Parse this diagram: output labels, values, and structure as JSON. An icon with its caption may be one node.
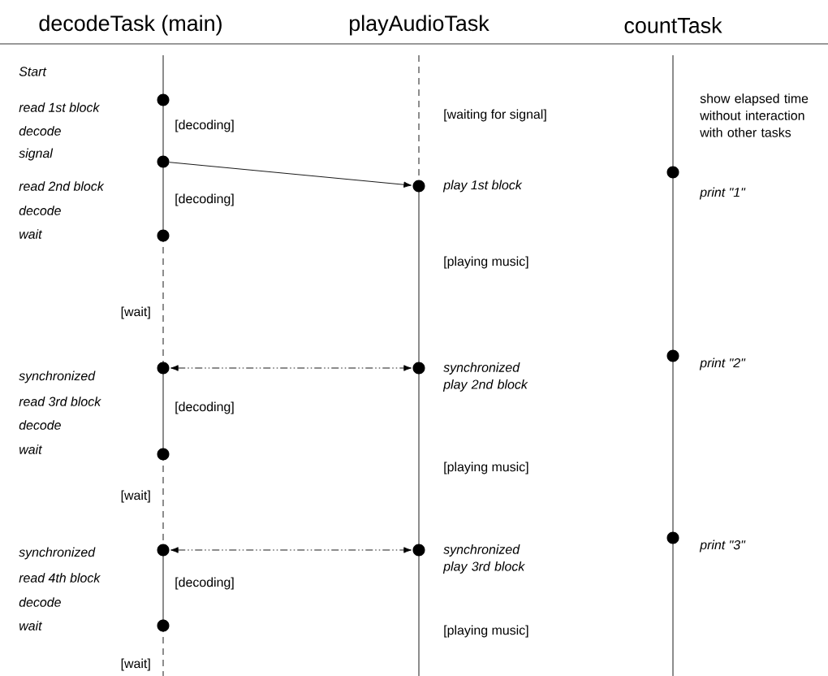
{
  "diagram": {
    "nodes": [
      {
        "text": [],
        "shape": "circle"
      },
      {
        "text": [],
        "shape": "circle"
      },
      {
        "text": [],
        "shape": "circle"
      },
      {
        "text": [],
        "shape": "circle"
      },
      {
        "text": [],
        "shape": "circle"
      },
      {
        "text": [],
        "shape": "circle"
      },
      {
        "text": [],
        "shape": "circle"
      },
      {
        "text": [],
        "shape": "circle"
      },
      {
        "text": [],
        "shape": "circle"
      },
      {
        "text": [],
        "shape": "circle"
      },
      {
        "text": [],
        "shape": "circle"
      },
      {
        "text": [],
        "shape": "circle"
      },
      {
        "text": [],
        "shape": "circle"
      }
    ],
    "edges": [
      {
        "from": 1,
        "to": 7,
        "arrow": "to"
      },
      {
        "from": 3,
        "to": 8,
        "arrow": "both",
        "style": "dashed"
      },
      {
        "from": 5,
        "to": 9,
        "arrow": "both",
        "style": "dashed"
      }
    ],
    "labels": [
      "decodeTask (main)",
      "playAudioTask",
      "countTask",
      "Start",
      "read 1st block",
      "[decoding]",
      "decode",
      "signal",
      "read 2nd block",
      "[decoding]",
      "decode",
      "wait",
      "[wait]",
      "synchronized",
      "read 3rd block",
      "[decoding]",
      "decode",
      "wait",
      "[wait]",
      "synchronized",
      "read 4th block",
      "[decoding]",
      "decode",
      "wait",
      "[wait]",
      "[waiting for signal]",
      "play 1st block",
      "[playing music]",
      "synchronized play 2nd block",
      "[playing music]",
      "synchronized play 3rd block",
      "[playing music]",
      "show elapsed time without interaction with other tasks",
      "print \"1\"",
      "print \"2\"",
      "print \"3\""
    ]
  }
}
